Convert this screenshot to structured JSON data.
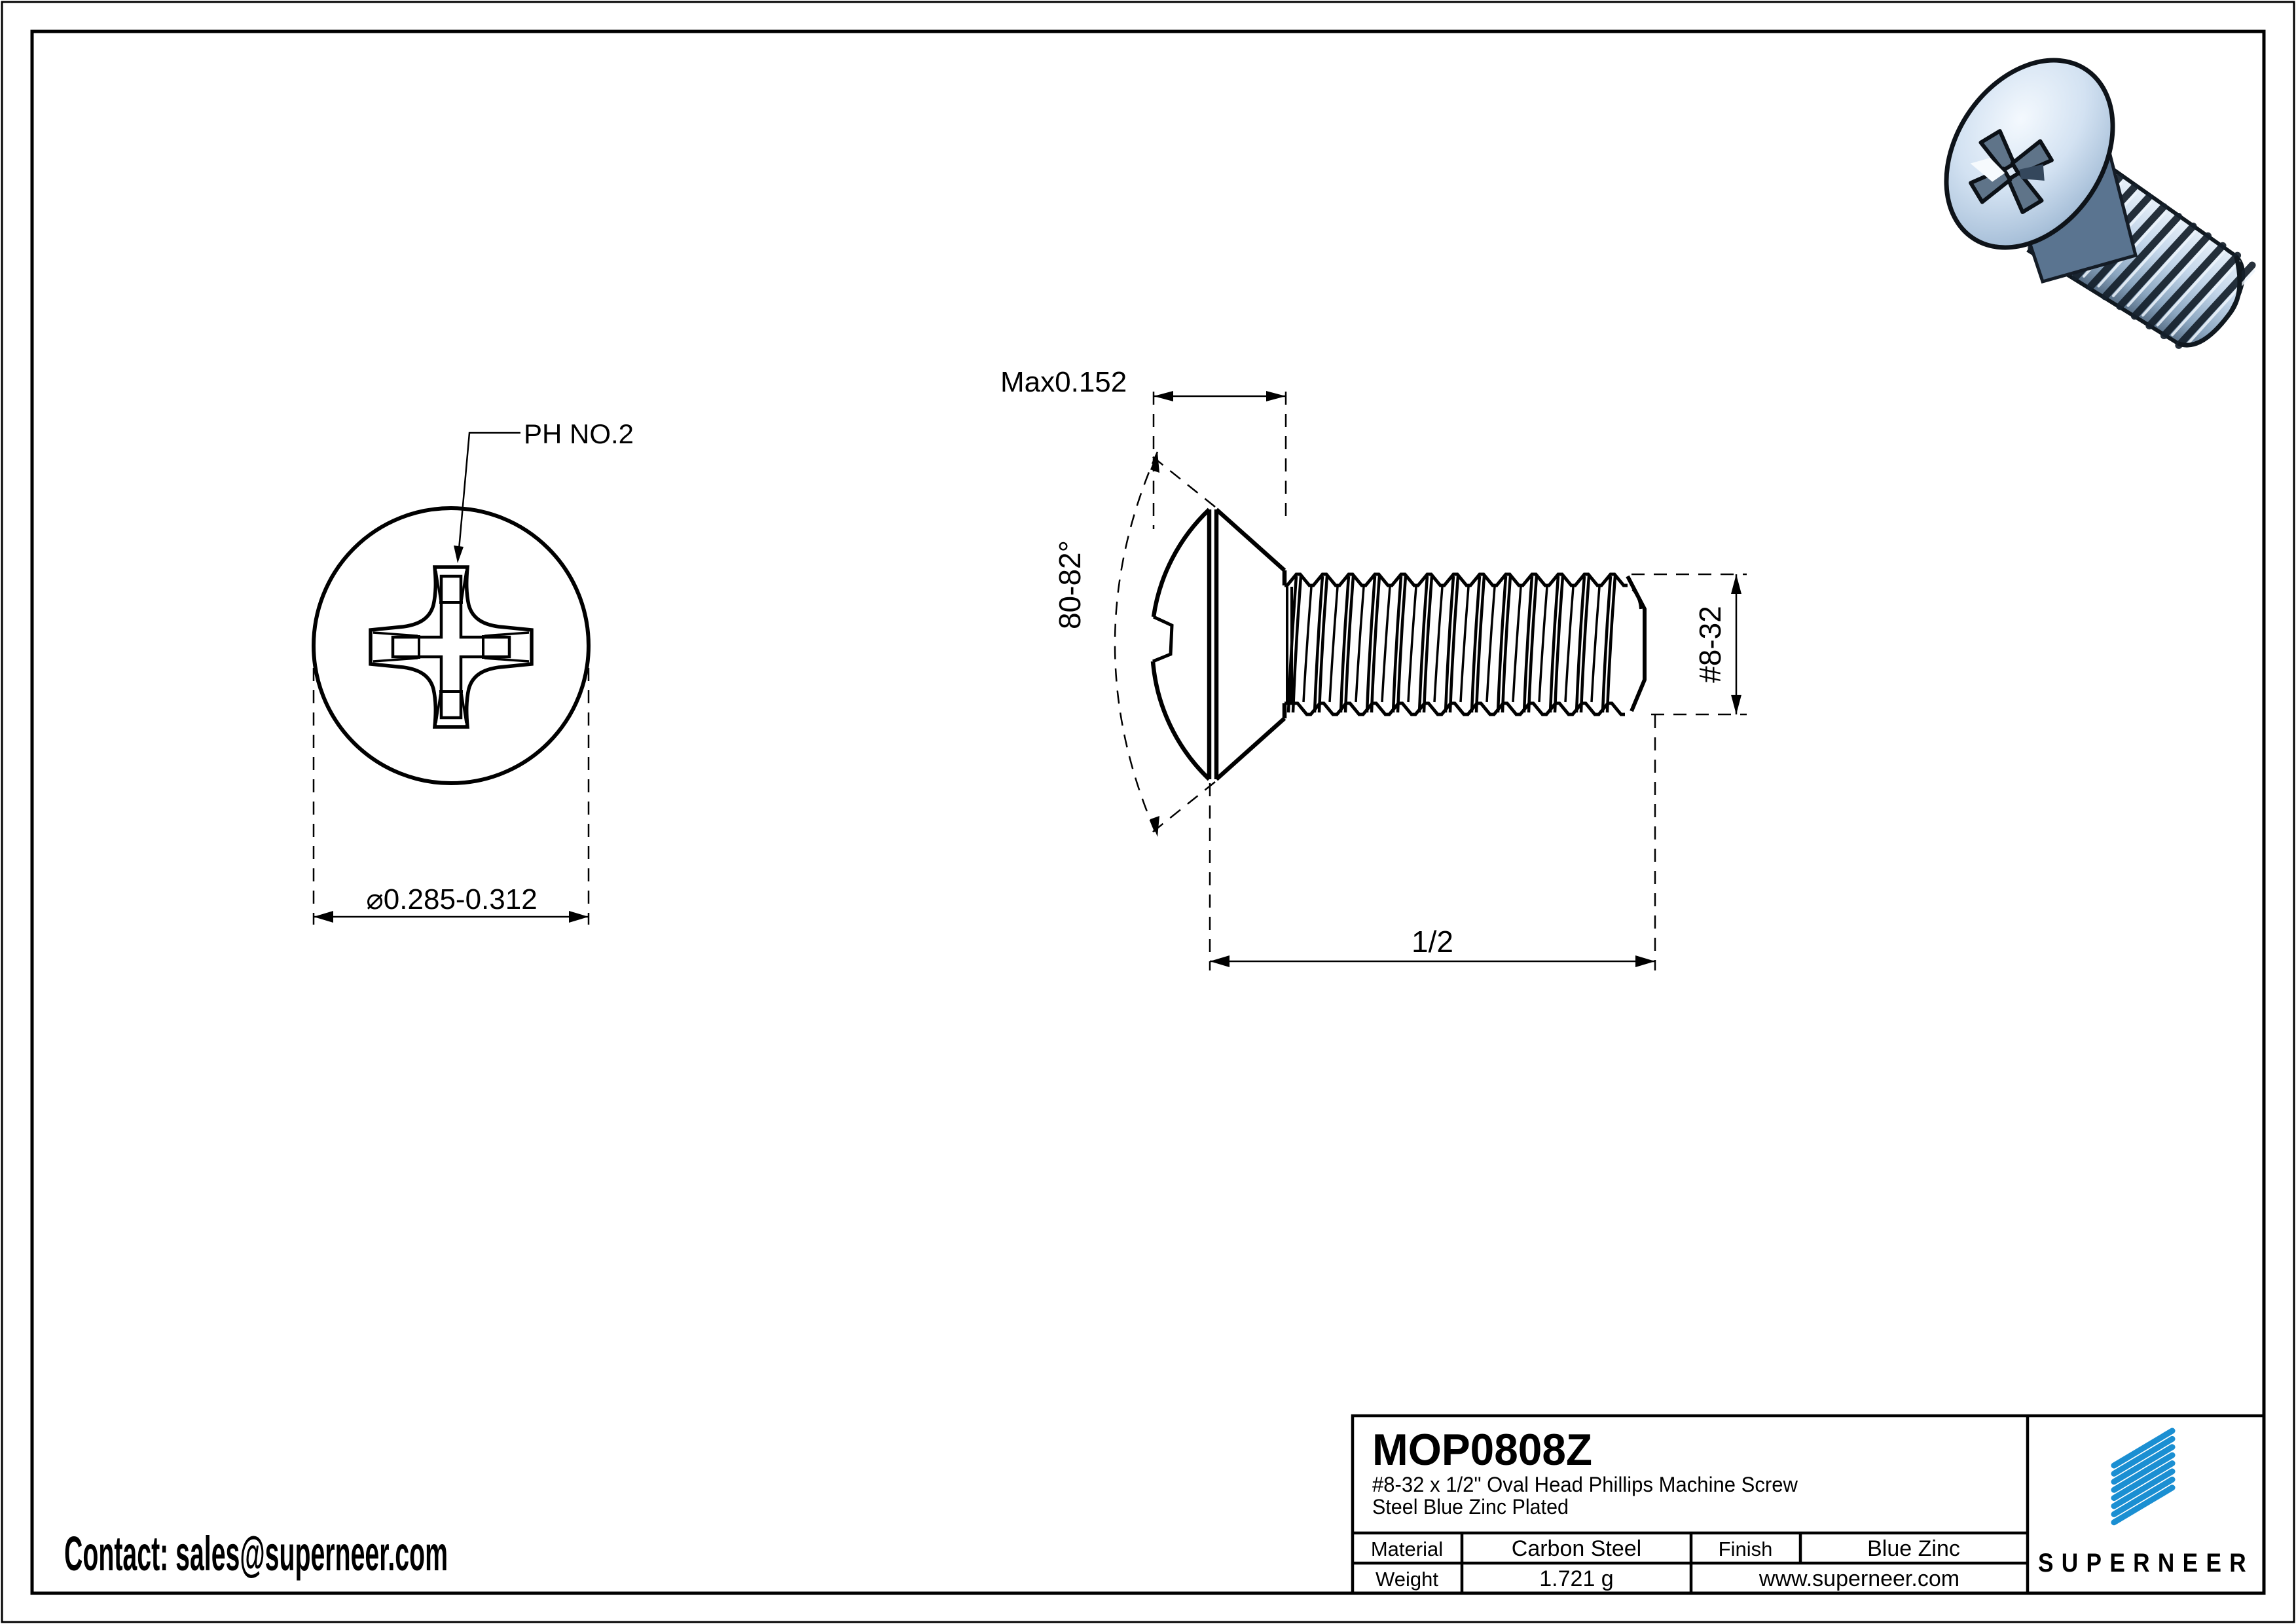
{
  "page": {
    "background": "#ffffff",
    "line_color": "#000000",
    "accent_blue": "#1b8fd2"
  },
  "contact": {
    "label": "Contact: sales@superneer.com"
  },
  "front_view": {
    "callout": "PH NO.2",
    "diameter_dim": "⌀0.285-0.312"
  },
  "side_view": {
    "head_height_dim": "Max0.152",
    "angle_dim": "80-82°",
    "thread_dim": "#8-32",
    "length_dim": "1/2"
  },
  "title_block": {
    "part_number": "MOP0808Z",
    "description_line1": "#8-32 x 1/2\" Oval Head Phillips Machine Screw",
    "description_line2": "Steel Blue Zinc Plated",
    "material_label": "Material",
    "material_value": "Carbon Steel",
    "finish_label": "Finish",
    "finish_value": "Blue Zinc",
    "weight_label": "Weight",
    "weight_value": "1.721 g",
    "website": "www.superneer.com",
    "brand": "SUPERNEER"
  }
}
